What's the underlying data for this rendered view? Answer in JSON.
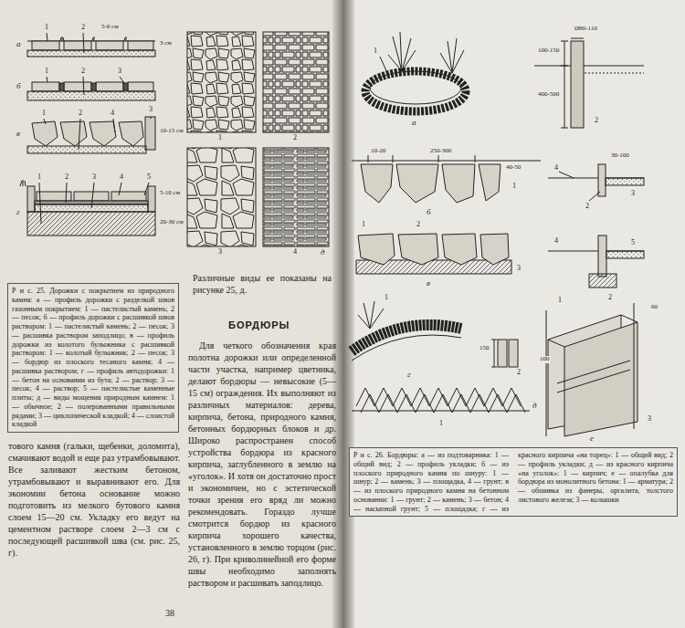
{
  "diagram": {
    "title": "БОРДЮРЫ",
    "nodes": [
      {
        "text": [
          "Р и с. 25. Дорожки с покрытием из природного камня: а — профиль дорожки с разделкой швов газонным покрытием: 1 — пастелистый камень; 2 — песок; б — профиль дорожки с расшивкой швов раствором: 1 — пастелистый камень; 2 — песок; 3 — расшивка раствором заподлицо; в — профиль дорожки из колотого булыжника с расшивкой раствором: 1 — колотый булыжник; 2 — песок; 3 — бордюр из плоского тесаного камня; 4 — расшивка раствором; г — профиль автодорожки: 1 — бетон на основании из бута; 2 — раствор; 3 — песок; 4 — раствор; 5 — пастелистые каменные плиты; д — виды мощения природным камнем: 1 — обычное; 2 — полерованными правильными рядами; 3 — циклопической кладкой; 4 — слоистой кладкой"
        ]
      },
      {
        "text": [
          "Р и с. 26. Бордюры: а — из подтоварника: 1 — общий вид; 2 — профиль укладки; б — из плоского природного камня по шнуру: 1 — шнур; 2 — камень; 3 — площадка, 4 — грунт; в — из плоского природного камня на бетонном основании: 1 — грунт; 2 — камень; 3 — бетон; 4 — насыпной грунт; 5 — площадка; г — из красного кирпича «на торец»: 1 — общий вид; 2 — профиль укладки; д — из красного кирпича «на уголок»: 1 — кирпич; е — опалубка для бордюра из монолитного бетона: 1 — арматура; 2 — обшивка из фанеры, оргалита, толстого листового железа; 3 — колышки"
        ]
      }
    ],
    "labels": [
      "1",
      "2",
      "5-6 см",
      "3 см",
      "а",
      "1",
      "2",
      "3",
      "б",
      "1",
      "2",
      "3",
      "4",
      "10-15 см",
      "в",
      "1",
      "2",
      "3",
      "4",
      "5",
      "5-10 см",
      "20-30 см",
      "г",
      "1",
      "2",
      "3",
      "4",
      "д",
      "Различные виды ее показаны на рисунке 25, д.",
      "Для четкого обозначения края полотна дорожки или определенной части участка, например цветника, делают бордюры — невысокие (5—15 см) ограждения. Их выполняют из различных материалов: дерева, кирпича, бетона, природного камня, бетонных бордюрных блоков и др. Широко распространен способ устройства бордюра из красного кирпича, заглубленного в землю на «уголок». И хотя он достаточно прост и экономичен, но с эстетической точки зрения его вряд ли можно рекомендовать. Гораздо лучше смотрится бордюр из красного кирпича хорошего качества, установленного в землю торцом (рис. 26, г). При криволинейной его форме швы необходимо заполнять раствором и расшивать заподлицо.",
      "тового камня (гальки, щебенки, доломита), смачивают водой и еще раз утрамбовывают. Все заливают жестким бетоном, утрамбовывают и выравнивают его. Для экономии бетона основание можно подготовить из мелкого бутового камня слоем 15—20 см. Укладку его ведут на цементном растворе слоем 2—3 см с последующей расшивкой шва (см. рис. 25, г).",
      "38",
      "а",
      "1",
      "2",
      "Ø80-110",
      "100-150",
      "400-500",
      "б",
      "10-20",
      "250-300",
      "40-50",
      "1",
      "2",
      "3",
      "4",
      "30-100",
      "в",
      "1",
      "2",
      "3",
      "4",
      "5",
      "г",
      "1",
      "2",
      "150",
      "д",
      "1",
      "е",
      "60",
      "100",
      "1",
      "2",
      "3"
    ]
  }
}
